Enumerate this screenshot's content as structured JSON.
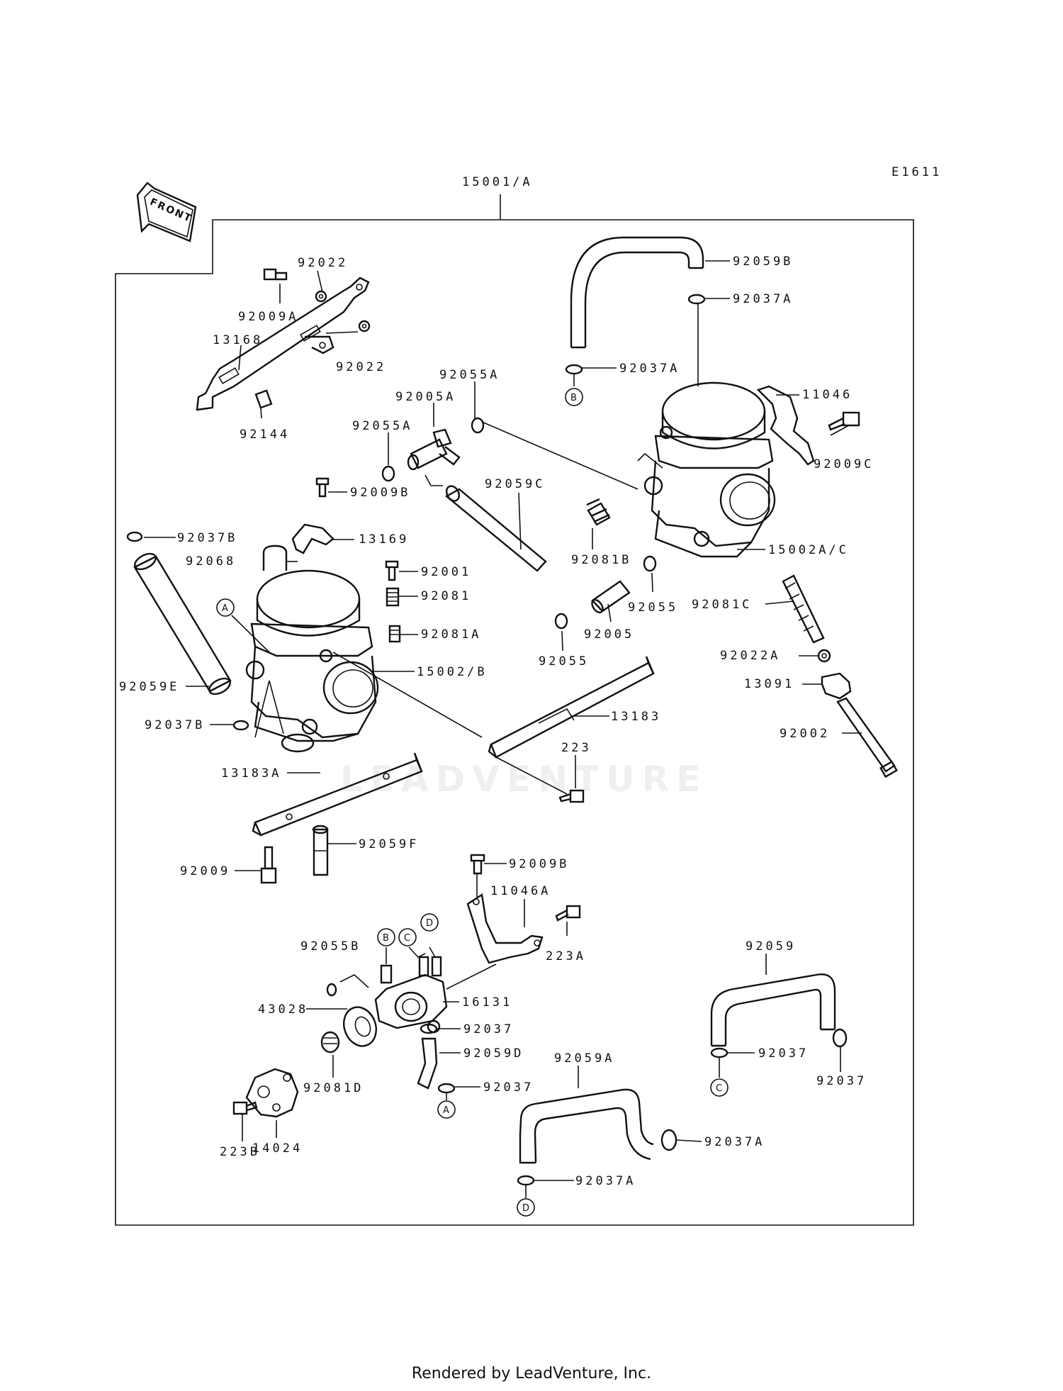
{
  "header": {
    "code": "E1611",
    "assembly": "15001/A"
  },
  "front_label": "FRONT",
  "watermark": "LEADVENTURE",
  "footer": "Rendered by LeadVenture, Inc.",
  "parts": [
    {
      "id": "p-92022a",
      "text": "92022"
    },
    {
      "id": "p-92009a",
      "text": "92009A"
    },
    {
      "id": "p-13168",
      "text": "13168"
    },
    {
      "id": "p-92022b",
      "text": "92022"
    },
    {
      "id": "p-92144",
      "text": "92144"
    },
    {
      "id": "p-92059b",
      "text": "92059B"
    },
    {
      "id": "p-92037a-1",
      "text": "92037A"
    },
    {
      "id": "p-92037a-2",
      "text": "92037A"
    },
    {
      "id": "p-92055a-1",
      "text": "92055A"
    },
    {
      "id": "p-92005a",
      "text": "92005A"
    },
    {
      "id": "p-92055a-2",
      "text": "92055A"
    },
    {
      "id": "p-11046",
      "text": "11046"
    },
    {
      "id": "p-92009c",
      "text": "92009C"
    },
    {
      "id": "p-92009b-1",
      "text": "92009B"
    },
    {
      "id": "p-92059c",
      "text": "92059C"
    },
    {
      "id": "p-92037b-1",
      "text": "92037B"
    },
    {
      "id": "p-13169",
      "text": "13169"
    },
    {
      "id": "p-92068",
      "text": "92068"
    },
    {
      "id": "p-92001",
      "text": "92001"
    },
    {
      "id": "p-92081",
      "text": "92081"
    },
    {
      "id": "p-92081b",
      "text": "92081B"
    },
    {
      "id": "p-15002ac",
      "text": "15002A/C"
    },
    {
      "id": "p-92081a",
      "text": "92081A"
    },
    {
      "id": "p-92055-1",
      "text": "92055"
    },
    {
      "id": "p-92081c",
      "text": "92081C"
    },
    {
      "id": "p-92005",
      "text": "92005"
    },
    {
      "id": "p-92055-2",
      "text": "92055"
    },
    {
      "id": "p-15002b",
      "text": "15002/B"
    },
    {
      "id": "p-92022a2",
      "text": "92022A"
    },
    {
      "id": "p-13091",
      "text": "13091"
    },
    {
      "id": "p-92059e",
      "text": "92059E"
    },
    {
      "id": "p-92037b-2",
      "text": "92037B"
    },
    {
      "id": "p-13183",
      "text": "13183"
    },
    {
      "id": "p-92002",
      "text": "92002"
    },
    {
      "id": "p-223",
      "text": "223"
    },
    {
      "id": "p-13183a",
      "text": "13183A"
    },
    {
      "id": "p-92059f",
      "text": "92059F"
    },
    {
      "id": "p-92009",
      "text": "92009"
    },
    {
      "id": "p-92009b-2",
      "text": "92009B"
    },
    {
      "id": "p-11046a",
      "text": "11046A"
    },
    {
      "id": "p-92055b",
      "text": "92055B"
    },
    {
      "id": "p-223a",
      "text": "223A"
    },
    {
      "id": "p-92059",
      "text": "92059"
    },
    {
      "id": "p-43028",
      "text": "43028"
    },
    {
      "id": "p-16131",
      "text": "16131"
    },
    {
      "id": "p-92037-1",
      "text": "92037"
    },
    {
      "id": "p-92059d",
      "text": "92059D"
    },
    {
      "id": "p-92037-2",
      "text": "92037"
    },
    {
      "id": "p-92081d",
      "text": "92081D"
    },
    {
      "id": "p-92059a",
      "text": "92059A"
    },
    {
      "id": "p-92037-3",
      "text": "92037"
    },
    {
      "id": "p-92037-4",
      "text": "92037"
    },
    {
      "id": "p-14024",
      "text": "14024"
    },
    {
      "id": "p-223b",
      "text": "223B"
    },
    {
      "id": "p-92037a-3",
      "text": "92037A"
    },
    {
      "id": "p-92037a-4",
      "text": "92037A"
    }
  ],
  "callouts": [
    {
      "id": "c-b-1",
      "text": "B"
    },
    {
      "id": "c-a-1",
      "text": "A"
    },
    {
      "id": "c-b-2",
      "text": "B"
    },
    {
      "id": "c-c-1",
      "text": "C"
    },
    {
      "id": "c-d-1",
      "text": "D"
    },
    {
      "id": "c-a-2",
      "text": "A"
    },
    {
      "id": "c-c-2",
      "text": "C"
    },
    {
      "id": "c-d-2",
      "text": "D"
    }
  ]
}
